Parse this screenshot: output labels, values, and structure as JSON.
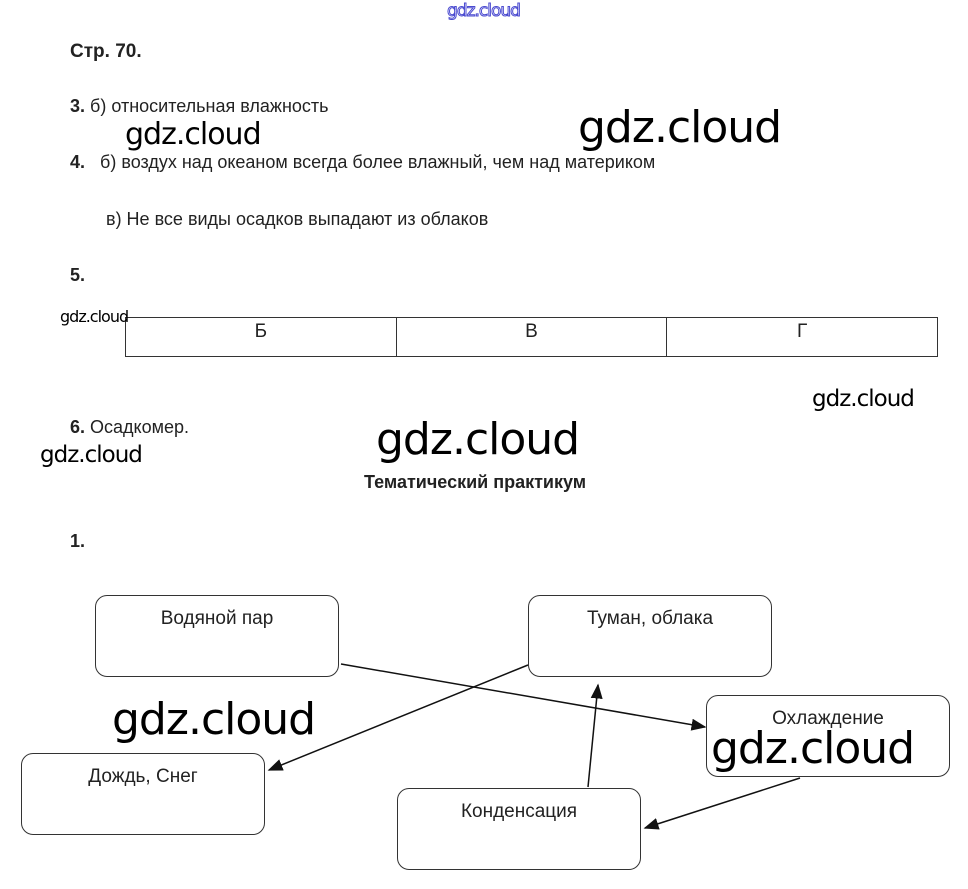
{
  "watermark": "gdz.cloud",
  "page_title": "Стр. 70.",
  "answers": [
    {
      "num": "3.",
      "text": "б) относительная влажность"
    },
    {
      "num": "4.",
      "text": "б) воздух над океаном всегда более влажный, чем над материком"
    },
    {
      "num": "",
      "text": "в) Не все виды осадков выпадают из облаков"
    },
    {
      "num": "5.",
      "text": ""
    },
    {
      "num": "6.",
      "text": "Осадкомер."
    }
  ],
  "table5": [
    "Б",
    "В",
    "Г"
  ],
  "section_title": "Тематический практикум",
  "task1_num": "1.",
  "diagram": {
    "nodes": [
      "Водяной пар",
      "Туман, облака",
      "Охлаждение",
      "Дождь, Снег",
      "Конденсация"
    ]
  }
}
